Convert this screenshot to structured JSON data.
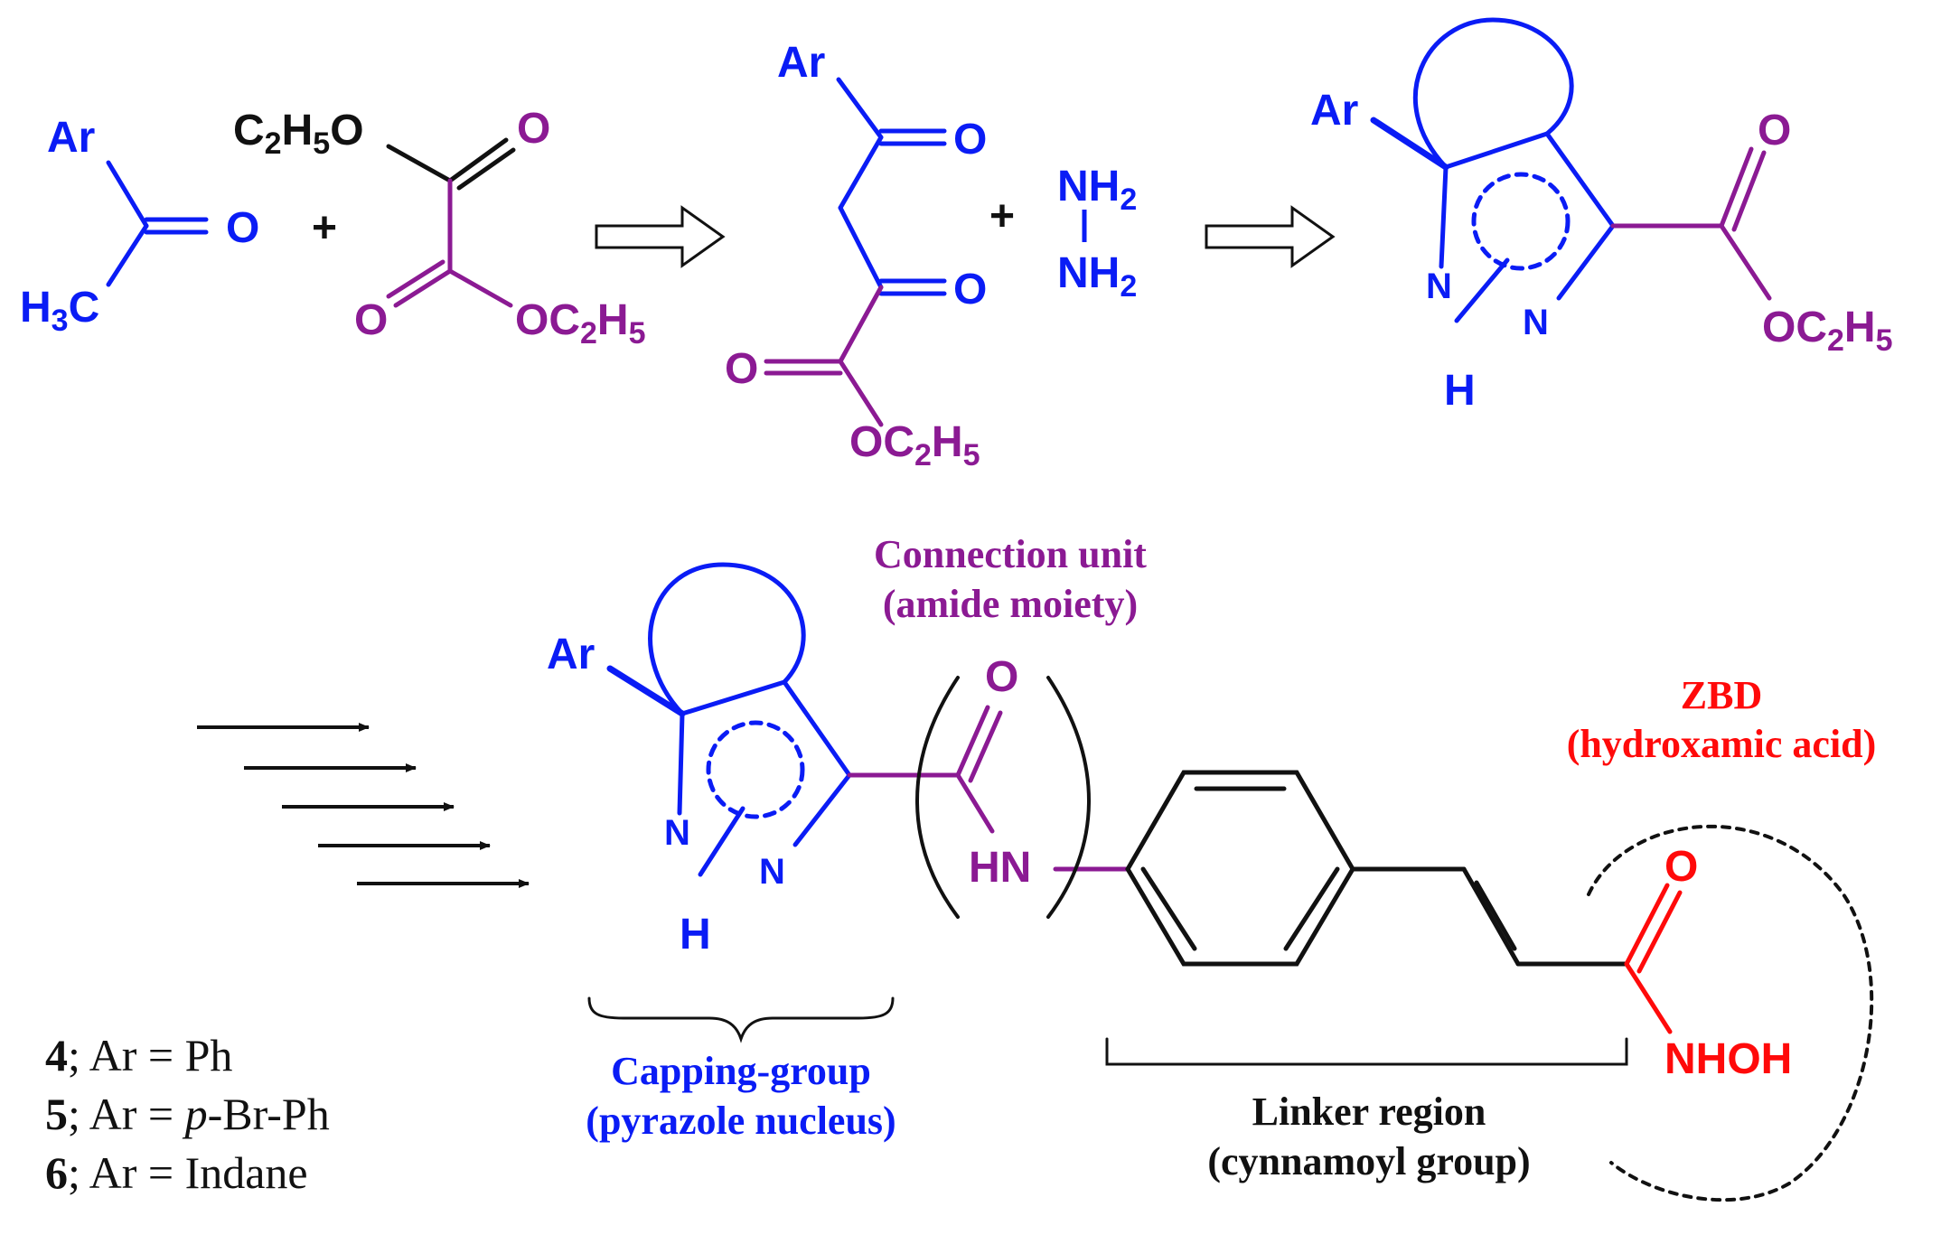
{
  "colors": {
    "blue": "#0a1cf5",
    "purple": "#8b1a93",
    "red": "#ff0a0a",
    "black": "#111111"
  },
  "reaction": {
    "r1": {
      "ar": "Ar",
      "o": "O",
      "h3c_h": "H",
      "h3c_3": "3",
      "h3c_c": "C"
    },
    "plus1": "+",
    "r2": {
      "et_c": "C",
      "et_2": "2",
      "et_h": "H",
      "et_5": "5",
      "et_o": "O",
      "o_top": "O",
      "o_left": "O",
      "oet_oc": "OC",
      "oet_2": "2",
      "oet_h": "H",
      "oet_5": "5"
    },
    "int": {
      "ar": "Ar",
      "o1": "O",
      "o2": "O",
      "o3": "O",
      "oet_oc": "OC",
      "oet_2": "2",
      "oet_h": "H",
      "oet_5": "5"
    },
    "plus2": "+",
    "hydrazine": {
      "nh_top": "NH",
      "two_top": "2",
      "nh_bot": "NH",
      "two_bot": "2"
    },
    "prod": {
      "ar": "Ar",
      "n1": "N",
      "n2": "N",
      "h": "H",
      "o": "O",
      "oet_oc": "OC",
      "oet_2": "2",
      "oet_h": "H",
      "oet_5": "5"
    }
  },
  "final": {
    "ar": "Ar",
    "n1": "N",
    "n2": "N",
    "h": "H",
    "o_amide": "O",
    "hn": "HN",
    "o_hydrox": "O",
    "nhoh": "NHOH"
  },
  "labels": {
    "connection_unit": "Connection unit",
    "amide_moiety": "(amide moiety)",
    "zbd": "ZBD",
    "hydroxamic_acid": "(hydroxamic acid)",
    "capping_group": "Capping-group",
    "pyrazole_nucleus": "(pyrazole nucleus)",
    "linker_region": "Linker region",
    "cynnamoyl_group": "(cynnamoyl group)"
  },
  "compounds": [
    {
      "num": "4",
      "pre": "; Ar = ",
      "ital": "",
      "post": "Ph"
    },
    {
      "num": "5",
      "pre": "; Ar = ",
      "ital": "p",
      "post": "-Br-Ph"
    },
    {
      "num": "6",
      "pre": "; Ar = ",
      "ital": "",
      "post": "Indane"
    }
  ]
}
